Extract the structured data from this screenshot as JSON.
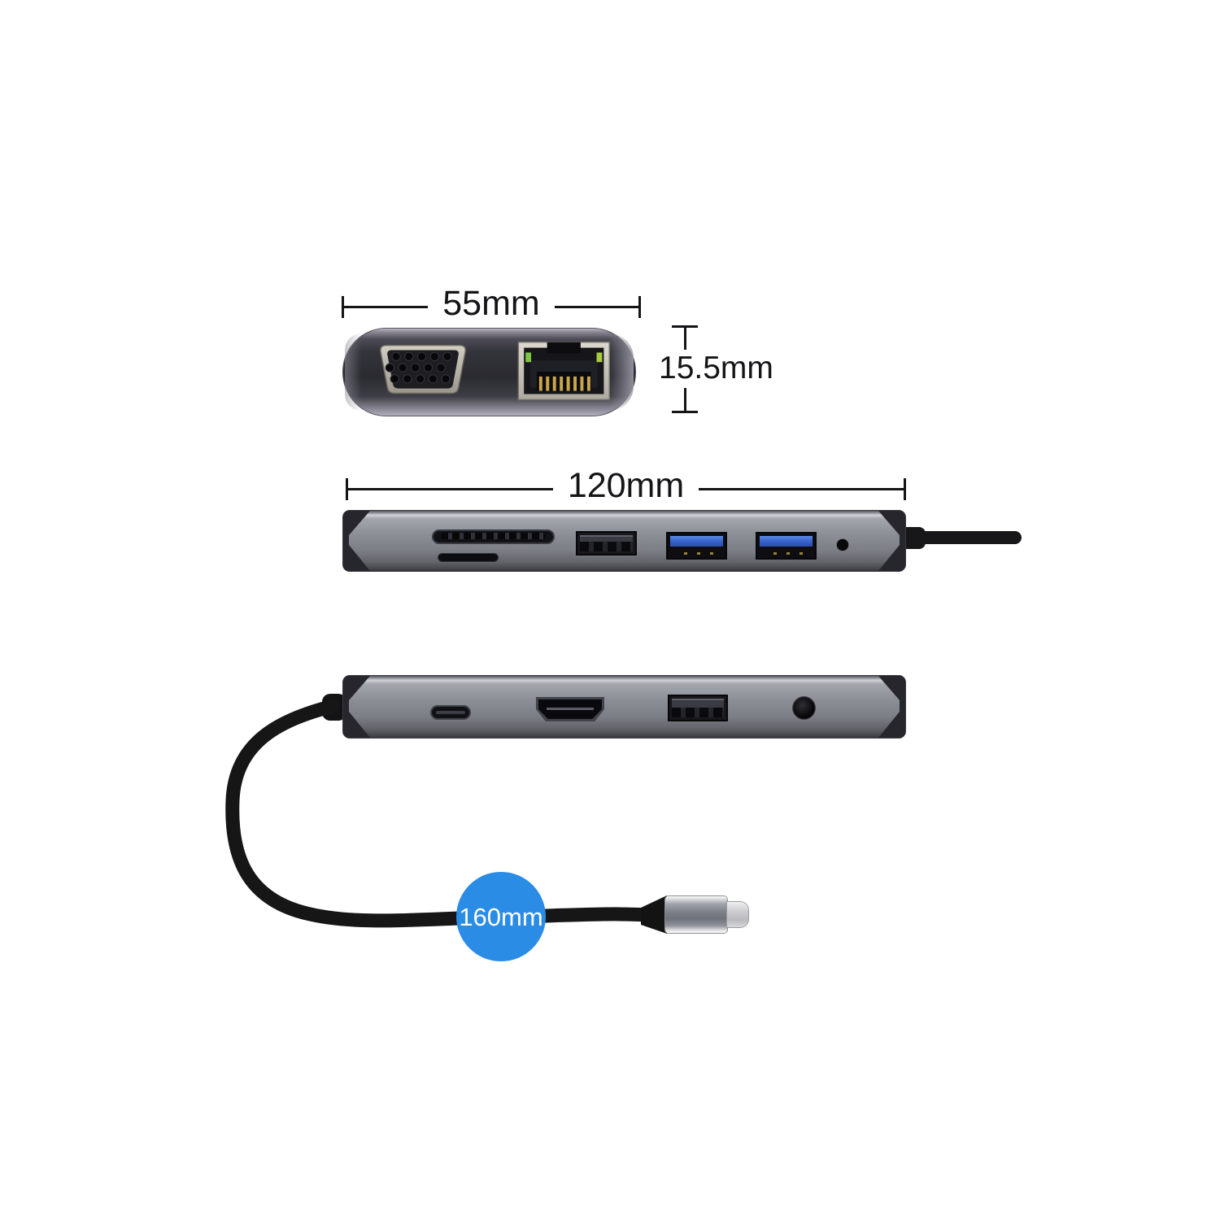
{
  "dimensions": {
    "top_width": "55mm",
    "top_height": "15.5mm",
    "body_length": "120mm",
    "cable_length": "160mm"
  },
  "views": {
    "end_view": {
      "ports": [
        "VGA",
        "RJ45 Ethernet"
      ]
    },
    "front_view": {
      "ports": [
        "SD card slot",
        "microSD card slot",
        "USB-A 2.0",
        "USB-A 3.0",
        "USB-A 3.0",
        "LED indicator hole"
      ]
    },
    "back_view": {
      "ports": [
        "USB-C",
        "HDMI",
        "USB-A 2.0",
        "3.5mm audio jack"
      ]
    },
    "cable": {
      "connector": "USB-C plug"
    }
  },
  "colors": {
    "hub_body_gray": "#8c8e96",
    "usb3_tongue_blue": "#3a66cf",
    "badge_blue": "#2b8ce6",
    "cable_black": "#161616",
    "dimension_line": "#151518",
    "ethernet_led_green": "#7ec544",
    "rj45_pin_gold": "#c9a54b"
  }
}
